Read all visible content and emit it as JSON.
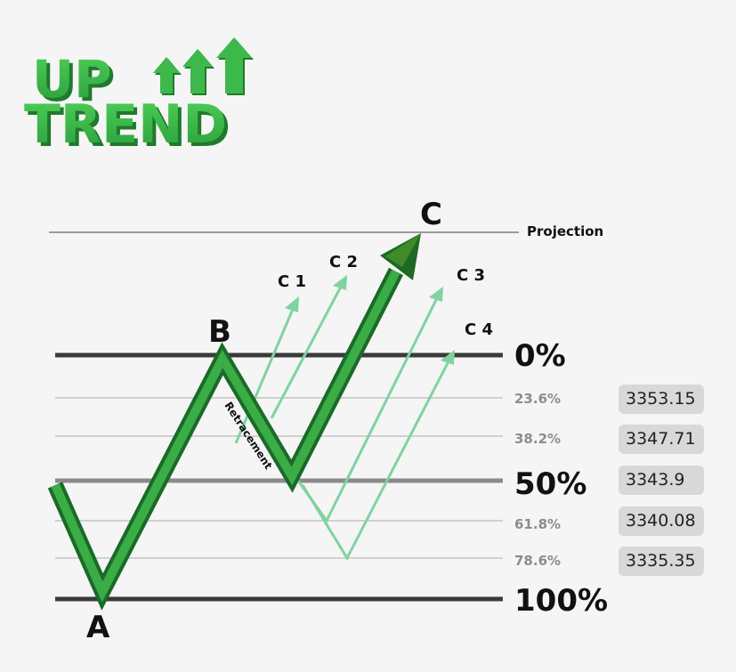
{
  "logo": {
    "line1": "UP",
    "line2": "TREND"
  },
  "points": {
    "a": "A",
    "b": "B",
    "c": "C"
  },
  "projection_label": "Projection",
  "retracement_label": "Retracement",
  "targets": [
    "C 1",
    "C 2",
    "C 3",
    "C 4"
  ],
  "levels": [
    {
      "pct": "0%",
      "value": ""
    },
    {
      "pct": "23.6%",
      "value": "3353.15"
    },
    {
      "pct": "38.2%",
      "value": "3347.71"
    },
    {
      "pct": "50%",
      "value": "3343.9"
    },
    {
      "pct": "61.8%",
      "value": "3340.08"
    },
    {
      "pct": "78.6%",
      "value": "3335.35"
    },
    {
      "pct": "100%",
      "value": ""
    }
  ],
  "colors": {
    "logo_green": "#3cb94a",
    "logo_shadow": "#1f7a2c",
    "main_arrow": "#2f9a3a",
    "main_arrow_dark": "#1a6a28",
    "light_arrow": "#7fd3a0",
    "major_line": "#3a3a3a",
    "minor_line": "#bfbfbf"
  }
}
